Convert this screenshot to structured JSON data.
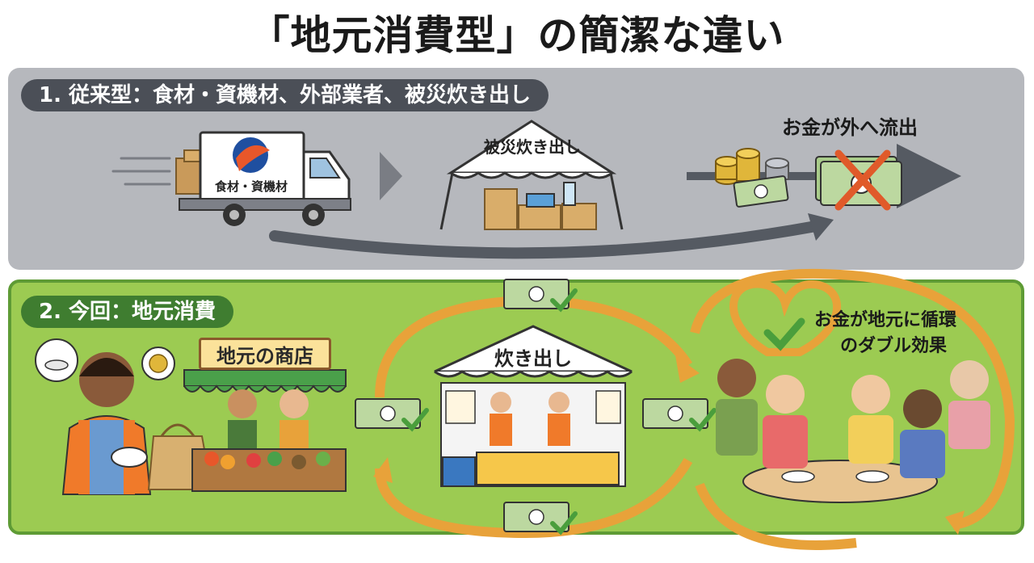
{
  "title": "「地元消費型」の簡潔な違い",
  "sections": {
    "conventional": {
      "heading": "1. 従来型：食材・資機材、外部業者、被災炊き出し",
      "truck_label": "食材・資機材",
      "tent_label": "被災炊き出し",
      "money_label": "お金が外へ流出"
    },
    "local": {
      "heading": "2. 今回：地元消費",
      "shop_label": "地元の商店",
      "tent_label": "炊き出し",
      "cycle_label_line1": "お金が地元に循環",
      "cycle_label_line2": "のダブル効果"
    }
  },
  "colors": {
    "top_panel": "#b6b8bd",
    "bottom_panel": "#9ccb52",
    "cycle_arrow": "#e8a23a",
    "check": "#4a9e3c",
    "cross": "#e05a2a"
  },
  "icons": [
    "truck-icon",
    "tent-icon",
    "coins-icon",
    "banknote-icon",
    "cross-icon",
    "heart-icon",
    "check-icon",
    "shop-icon",
    "volunteer-icon",
    "people-eating-icon"
  ]
}
